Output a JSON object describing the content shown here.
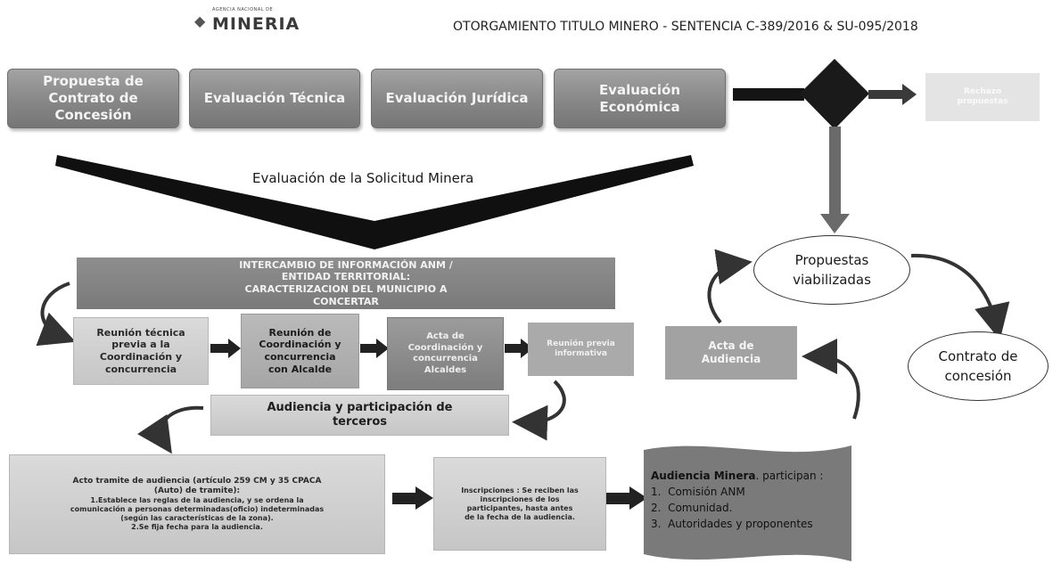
{
  "header": {
    "logo_small": "AGENCIA NACIONAL DE",
    "logo_main": "MINERIA",
    "title": "OTORGAMIENTO TITULO MINERO  - SENTENCIA C-389/2016 & SU-095/2018"
  },
  "top_steps": [
    "Propuesta de Contrato de Concesión",
    "Evaluación Técnica",
    "Evaluación Jurídica",
    "Evaluación Económica"
  ],
  "rechazo": "Rechazo propuestas",
  "funnel_label": "Evaluación de la Solicitud Minera",
  "intercambio": "INTERCAMBIO DE INFORMACIÓN ANM / ENTIDAD TERRITORIAL: CARACTERIZACION DEL MUNICIPIO A CONCERTAR",
  "steps": [
    "Reunión técnica previa a la Coordinación y concurrencia",
    "Reunión de Coordinación y concurrencia con Alcalde",
    "Acta de Coordinación y concurrencia Alcaldes",
    "Reunión previa informativa"
  ],
  "acta_audiencia": "Acta de Audiencia",
  "audiencia_participacion": "Audiencia y participación de terceros",
  "acto_tramite": {
    "title": "Acto tramite de audiencia (artículo 259 CM y 35 CPACA (Auto) de tramite):",
    "line1": "1.Establece las reglas de la audiencia,  y se ordena la comunicación a  personas determinadas(oficio) indeterminadas (según las características de la zona).",
    "line2": "2.Se fija fecha para la audiencia."
  },
  "inscripciones": "Inscripciones : Se reciben las inscripciones de los participantes, hasta antes de la fecha de la audiencia.",
  "audiencia_minera": {
    "title_bold": "Audiencia Minera",
    "title_rest": ". participan :",
    "items": [
      "Comisión ANM",
      "Comunidad.",
      "Autoridades y proponentes"
    ]
  },
  "propuestas": "Propuestas viabilizadas",
  "contrato": "Contrato de concesión"
}
